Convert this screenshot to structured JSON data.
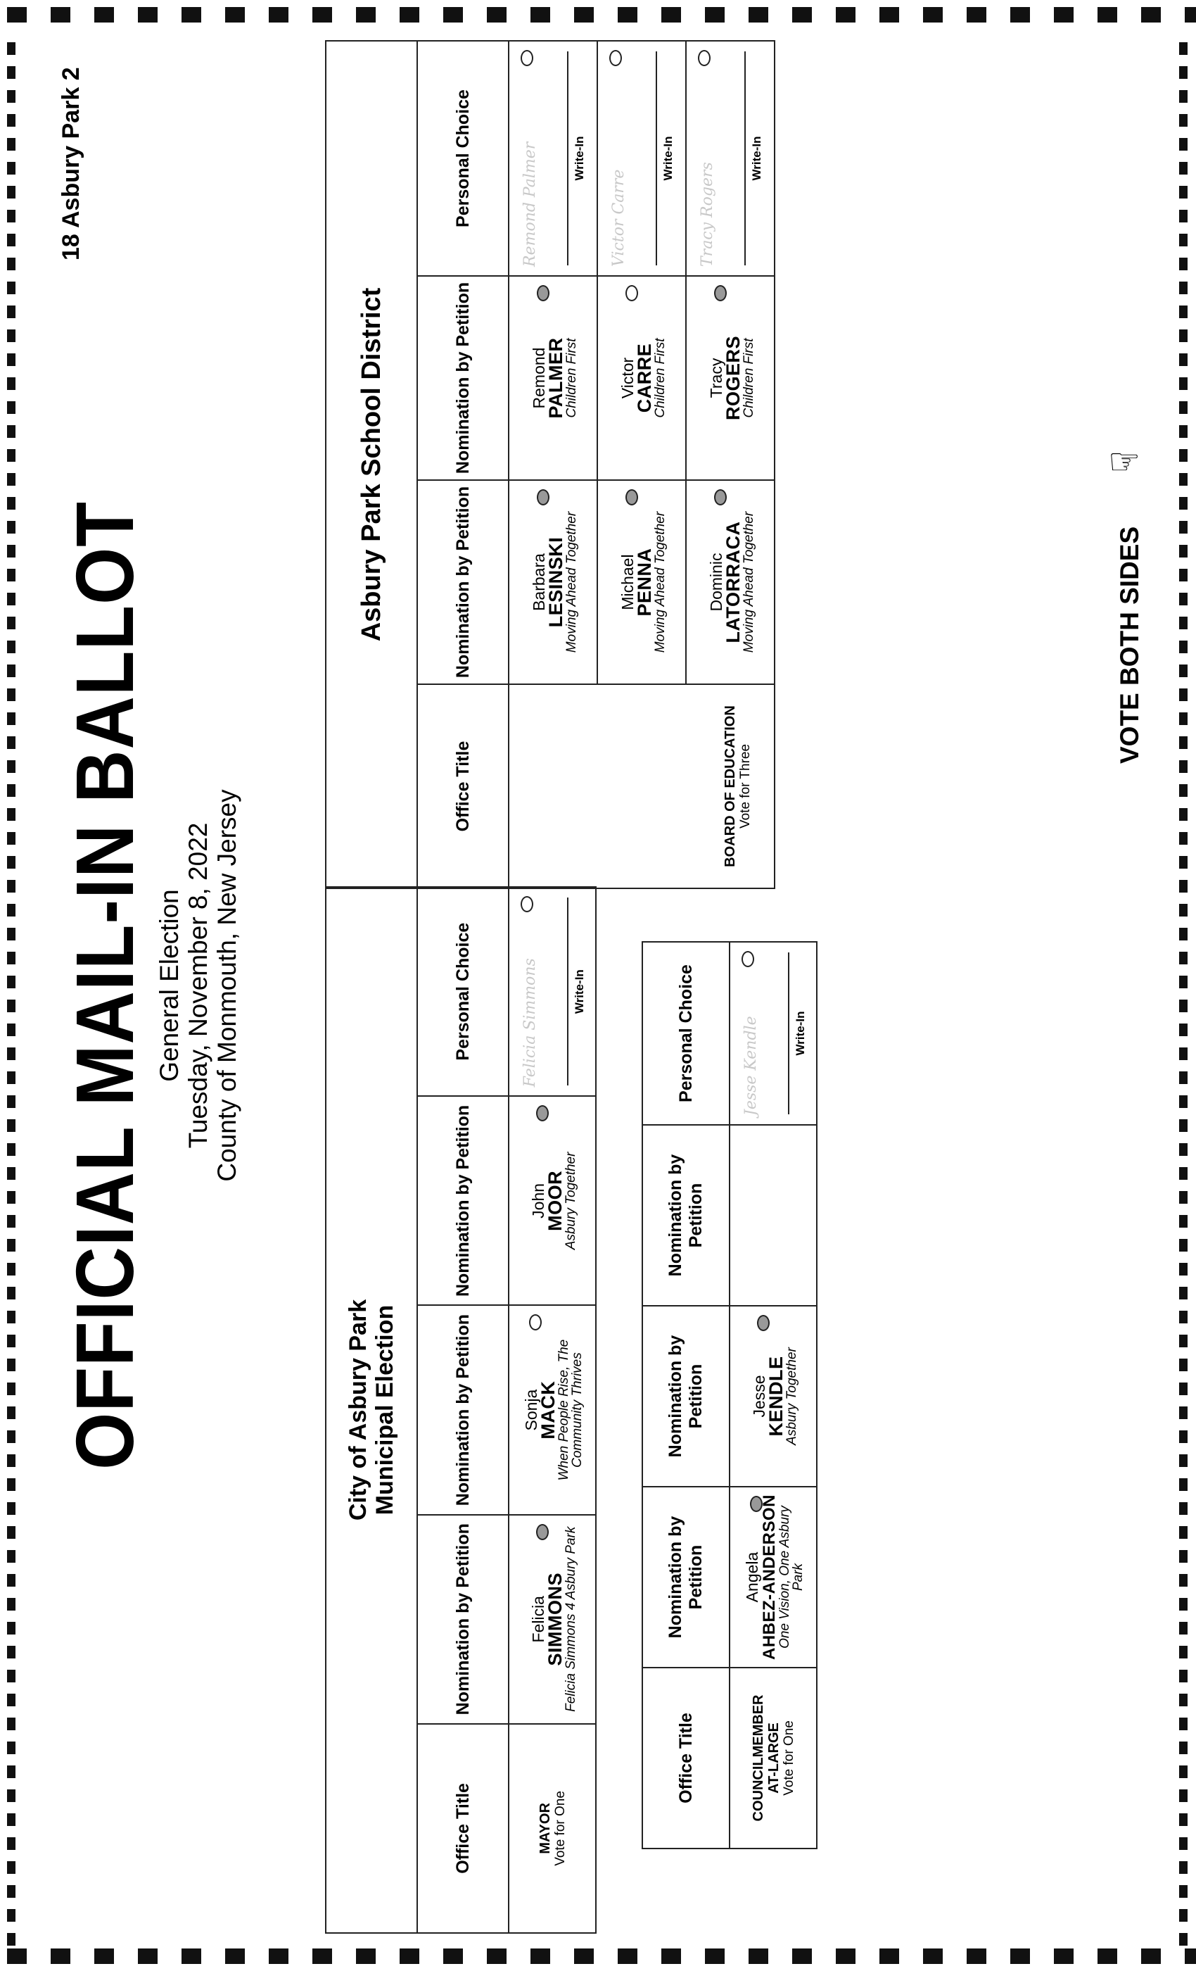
{
  "header": {
    "title": "OFFICIAL MAIL-IN BALLOT",
    "election": "General Election",
    "date": "Tuesday, November 8, 2022",
    "county": "County of Monmouth, New Jersey",
    "district_code": "18 Asbury Park 2",
    "footer_note": "VOTE BOTH SIDES"
  },
  "city_section": {
    "title_line1": "City of Asbury Park",
    "title_line2": "Municipal Election",
    "headers": [
      "Office Title",
      "Nomination by Petition",
      "Nomination by Petition",
      "Personal Choice"
    ],
    "mayor": {
      "office": "MAYOR",
      "vote_for": "Vote for One",
      "candidates": [
        {
          "first": "Felicia",
          "last": "SIMMONS",
          "party": "Felicia Simmons 4 Asbury Park",
          "marked": true
        },
        {
          "first": "Sonja",
          "last": "MACK",
          "party": "When People Rise, The Community Thrives",
          "marked": false
        },
        {
          "first": "John",
          "last": "MOOR",
          "party": "Asbury Together",
          "marked": true
        }
      ],
      "write_in_label": "Write-In",
      "write_in_text": "Felicia Simmons",
      "write_in_marked": false
    }
  },
  "council_section": {
    "headers": [
      "Office Title",
      "Nomination by Petition",
      "Nomination by Petition",
      "Nomination by Petition",
      "Personal Choice"
    ],
    "office_line1": "COUNCILMEMBER",
    "office_line2": "AT-LARGE",
    "vote_for": "Vote for One",
    "candidates": [
      {
        "first": "Angela",
        "last": "AHBEZ-ANDERSON",
        "party": "One Vision, One Asbury Park",
        "marked": true
      },
      {
        "first": "Jesse",
        "last": "KENDLE",
        "party": "Asbury Together",
        "marked": true
      }
    ],
    "write_in_label": "Write-In",
    "write_in_text": "Jesse Kendle",
    "write_in_marked": false
  },
  "school_section": {
    "title": "Asbury Park School District",
    "headers": [
      "Office Title",
      "Nomination by Petition",
      "Nomination by Petition",
      "Personal Choice"
    ],
    "office": "BOARD OF EDUCATION",
    "vote_for": "Vote for Three",
    "rows": [
      {
        "a": {
          "first": "Barbara",
          "last": "LESINSKI",
          "party": "Moving Ahead Together",
          "marked": true
        },
        "b": {
          "first": "Remond",
          "last": "PALMER",
          "party": "Children First",
          "marked": true
        },
        "write_in_text": "Remond Palmer",
        "write_in_marked": false
      },
      {
        "a": {
          "first": "Michael",
          "last": "PENNA",
          "party": "Moving Ahead Together",
          "marked": true
        },
        "b": {
          "first": "Victor",
          "last": "CARRE",
          "party": "Children First",
          "marked": false
        },
        "write_in_text": "Victor Carre",
        "write_in_marked": false
      },
      {
        "a": {
          "first": "Dominic",
          "last": "LATORRACA",
          "party": "Moving Ahead Together",
          "marked": true
        },
        "b": {
          "first": "Tracy",
          "last": "ROGERS",
          "party": "Children First",
          "marked": true
        },
        "write_in_text": "Tracy Rogers",
        "write_in_marked": false
      }
    ],
    "write_in_label": "Write-In"
  }
}
